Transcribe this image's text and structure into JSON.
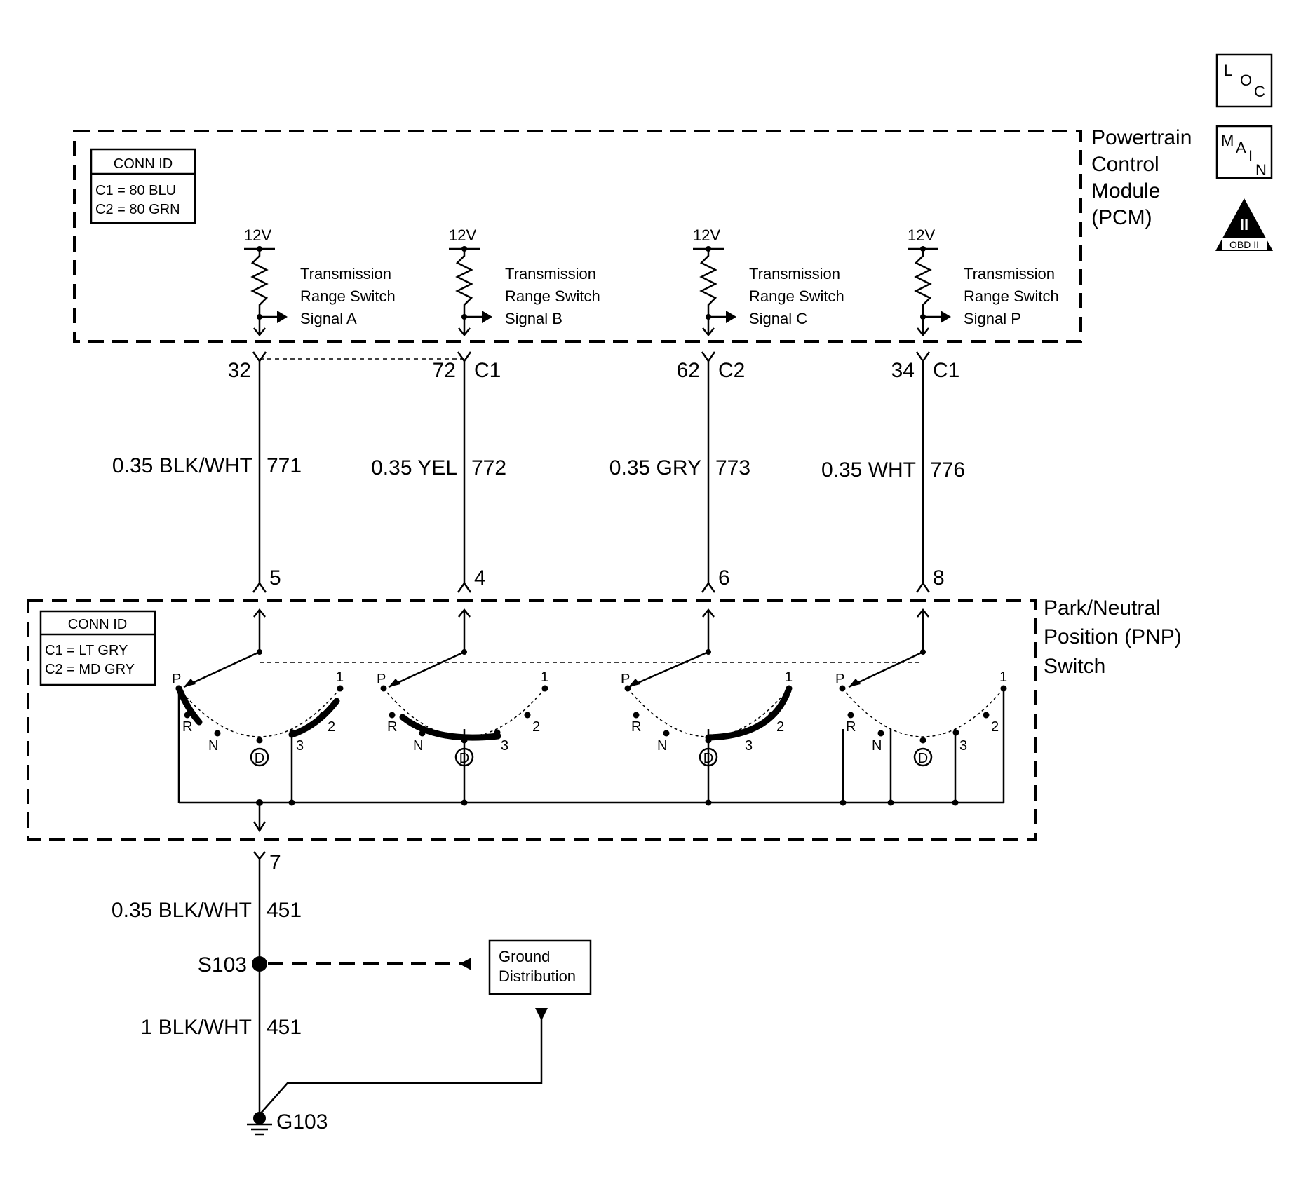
{
  "pcm": {
    "title_line1": "Powertrain",
    "title_line2": "Control",
    "title_line3": "Module",
    "title_line4": "(PCM)",
    "conn_id_header": "CONN ID",
    "conn_c1": "C1 = 80 BLU",
    "conn_c2": "C2 = 80 GRN",
    "signals": [
      {
        "voltage": "12V",
        "line1": "Transmission",
        "line2": "Range Switch",
        "line3": "Signal A"
      },
      {
        "voltage": "12V",
        "line1": "Transmission",
        "line2": "Range Switch",
        "line3": "Signal B"
      },
      {
        "voltage": "12V",
        "line1": "Transmission",
        "line2": "Range Switch",
        "line3": "Signal C"
      },
      {
        "voltage": "12V",
        "line1": "Transmission",
        "line2": "Range Switch",
        "line3": "Signal P"
      }
    ]
  },
  "pcm_pins": [
    {
      "pin": "32",
      "conn": ""
    },
    {
      "pin": "72",
      "conn": "C1"
    },
    {
      "pin": "62",
      "conn": "C2"
    },
    {
      "pin": "34",
      "conn": "C1"
    }
  ],
  "wires": [
    {
      "gauge_color": "0.35 BLK/WHT",
      "circuit": "771"
    },
    {
      "gauge_color": "0.35 YEL",
      "circuit": "772"
    },
    {
      "gauge_color": "0.35 GRY",
      "circuit": "773"
    },
    {
      "gauge_color": "0.35 WHT",
      "circuit": "776"
    }
  ],
  "pnp_pins": [
    "5",
    "4",
    "6",
    "8"
  ],
  "pnp": {
    "title_line1": "Park/Neutral",
    "title_line2": "Position (PNP)",
    "title_line3": "Switch",
    "conn_id_header": "CONN ID",
    "conn_c1": "C1 = LT GRY",
    "conn_c2": "C2 = MD GRY",
    "positions": {
      "p": "P",
      "r": "R",
      "n": "N",
      "d": "D",
      "three": "3",
      "two": "2",
      "one": "1"
    }
  },
  "ground_pin": "7",
  "ground_wires": [
    {
      "gauge_color": "0.35 BLK/WHT",
      "circuit": "451"
    },
    {
      "gauge_color": "1 BLK/WHT",
      "circuit": "451"
    }
  ],
  "splice": "S103",
  "ground_point": "G103",
  "ground_distribution_line1": "Ground",
  "ground_distribution_line2": "Distribution",
  "icons": {
    "loc": {
      "l": "L",
      "o": "O",
      "c": "C"
    },
    "main": {
      "m": "M",
      "a": "A",
      "i": "I",
      "n": "N"
    },
    "obd": {
      "numeral": "II",
      "label": "OBD II"
    }
  }
}
